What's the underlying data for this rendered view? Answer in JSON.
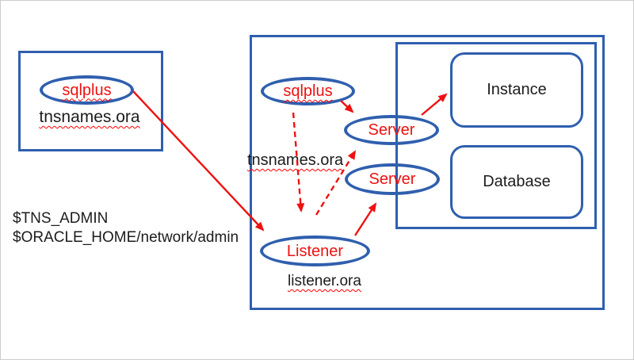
{
  "colors": {
    "box_blue": "#2f5fae",
    "arrow_red": "#ee1111",
    "text_black": "#1c1c1c",
    "frame_gray": "#cdcdcd"
  },
  "client_box": {
    "sqlplus": "sqlplus",
    "tnsnames": "tnsnames.ora"
  },
  "env_paths": {
    "line1": "$TNS_ADMIN",
    "line2": "$ORACLE_HOME/network/admin"
  },
  "host_box": {
    "sqlplus": "sqlplus",
    "tnsnames": "tnsnames.ora",
    "server_top": "Server",
    "server_bottom": "Server",
    "listener": "Listener",
    "listener_ora": "listener.ora",
    "instance": "Instance",
    "database": "Database"
  }
}
